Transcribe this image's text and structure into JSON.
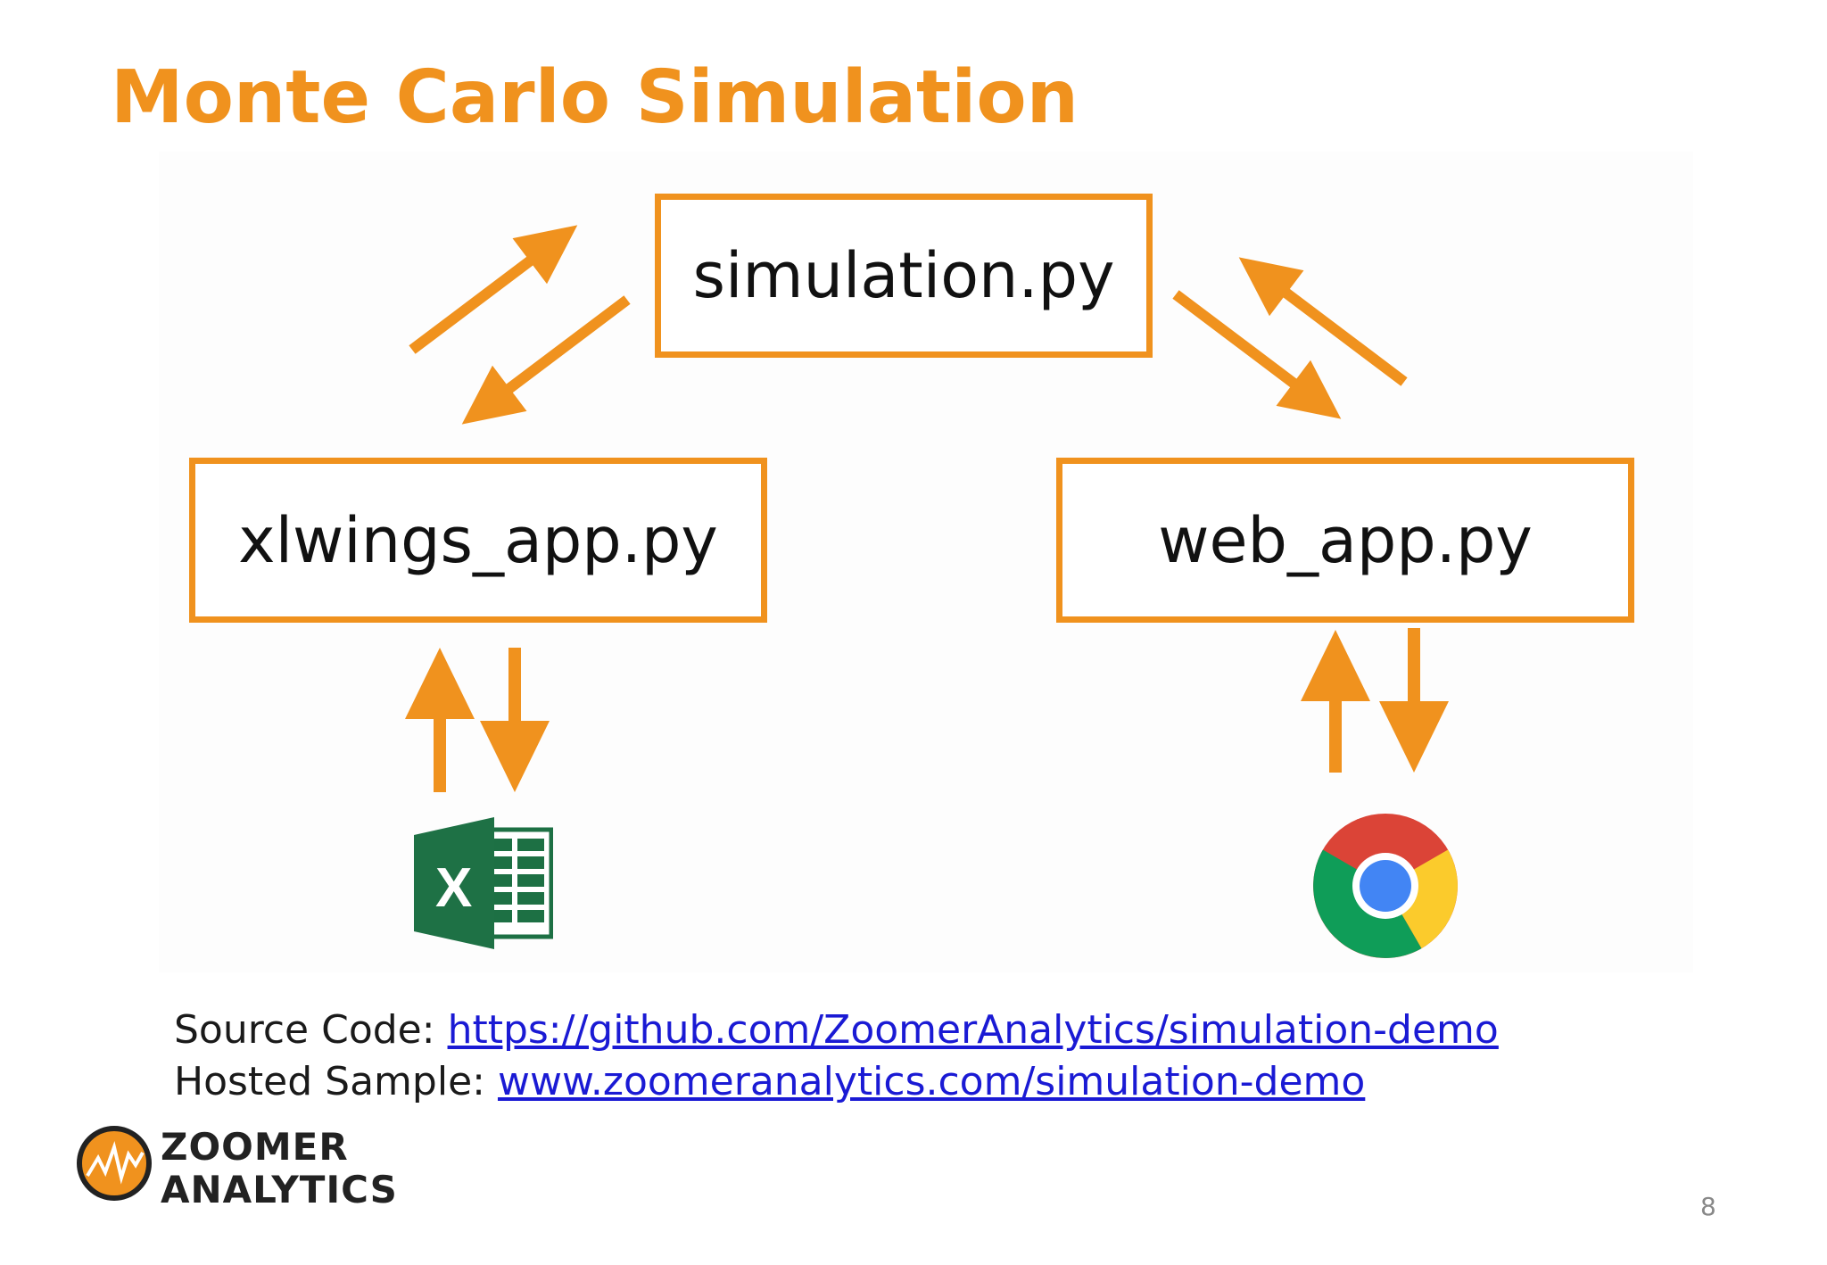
{
  "slide": {
    "title": "Monte Carlo Simulation",
    "page_number": "8"
  },
  "diagram": {
    "center_box": "simulation.py",
    "left_box": "xlwings_app.py",
    "right_box": "web_app.py",
    "left_client_icon": "excel-icon",
    "right_client_icon": "chrome-icon",
    "accent_color": "#F0921E"
  },
  "footer": {
    "source_label": "Source Code: ",
    "source_link": "https://github.com/ZoomerAnalytics/simulation-demo",
    "hosted_label": "Hosted Sample: ",
    "hosted_link": "www.zoomeranalytics.com/simulation-demo"
  },
  "logo": {
    "line1": "ZOOMER",
    "line2": "ANALYTICS"
  }
}
